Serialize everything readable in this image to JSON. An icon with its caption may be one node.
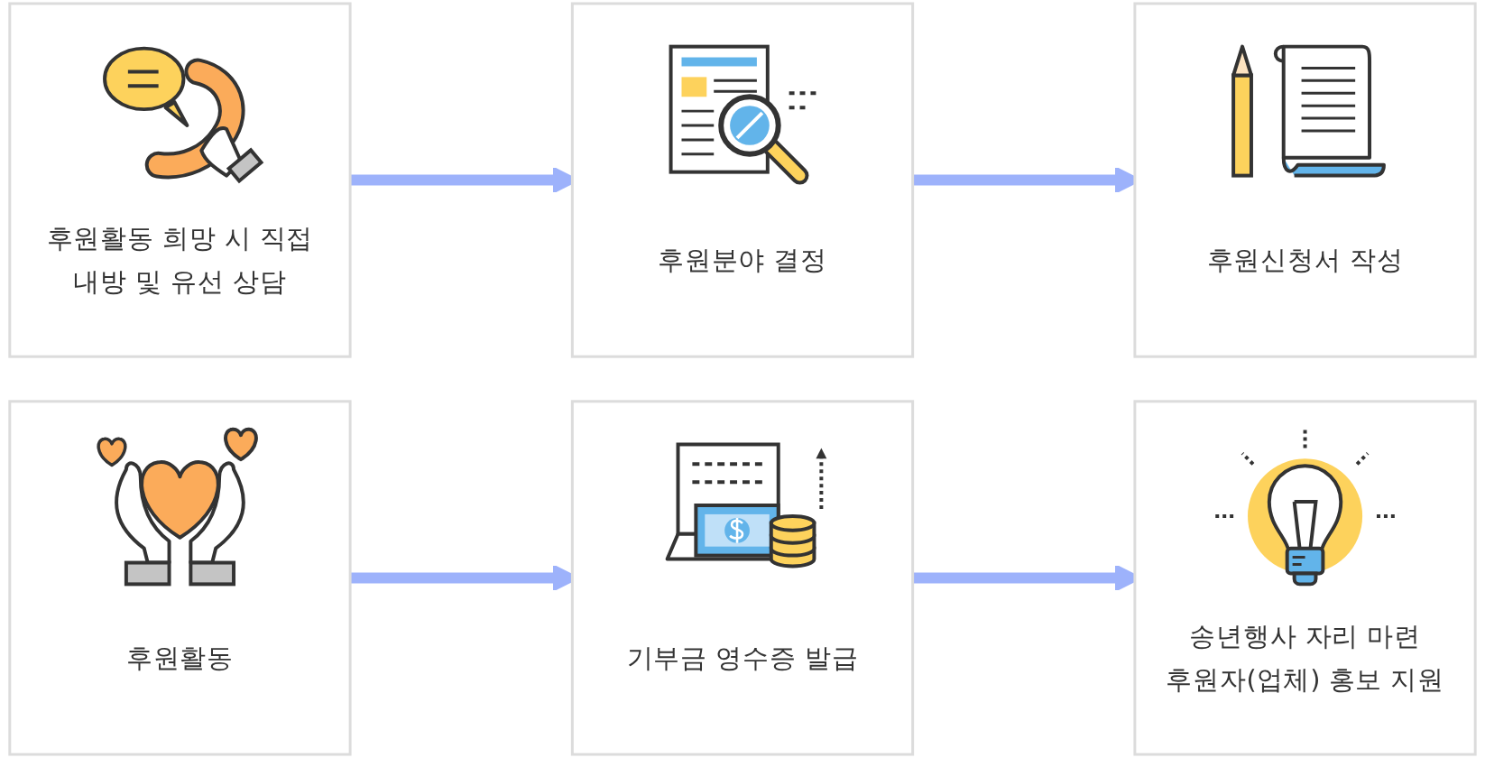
{
  "diagram": {
    "nodes": [
      {
        "text": [
          "후원활동 희망 시 직접 내방 및 유선 상담"
        ]
      },
      {
        "text": [
          "후원분야 결정"
        ]
      },
      {
        "text": [
          "후원신청서 작성"
        ]
      },
      {
        "text": [
          "후원활동"
        ]
      },
      {
        "text": [
          "기부금 영수증 발급"
        ]
      },
      {
        "text": [
          "송년행사 자리 마련 후원자(업체) 홍보 지원"
        ]
      }
    ],
    "edges": [
      {
        "from": 0,
        "to": 1,
        "arrow": "to"
      },
      {
        "from": 1,
        "to": 2,
        "arrow": "to"
      },
      {
        "from": 3,
        "to": 4,
        "arrow": "to"
      },
      {
        "from": 4,
        "to": 5,
        "arrow": "to"
      }
    ]
  }
}
